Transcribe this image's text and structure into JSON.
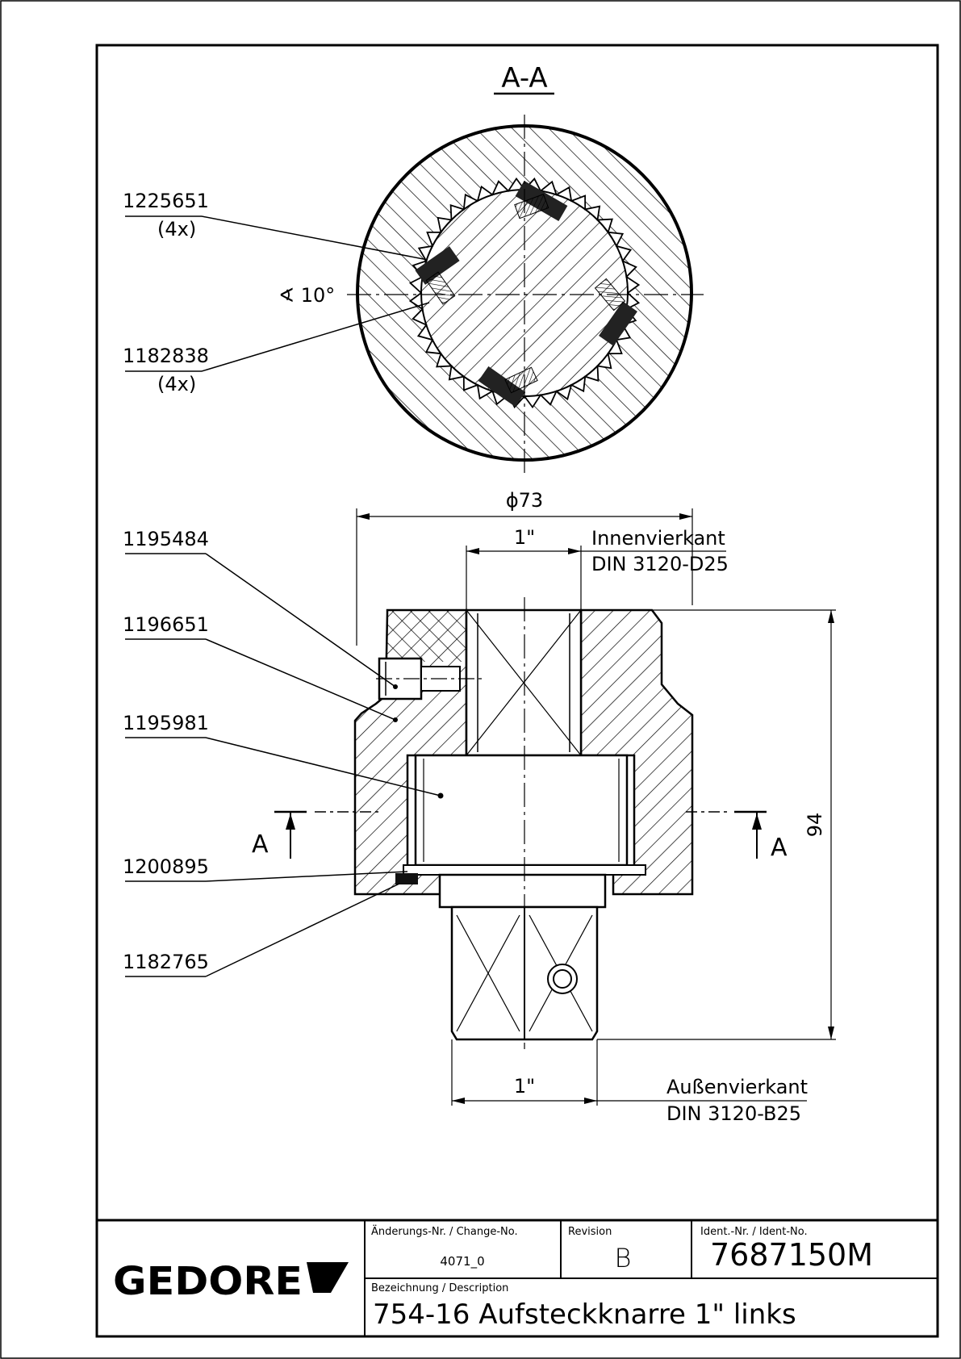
{
  "section_title": "A-A",
  "section_markers": {
    "left": "A",
    "right": "A"
  },
  "angle_label": "∢ 10°",
  "part_callouts": [
    {
      "number": "1225651",
      "qty": "(4x)"
    },
    {
      "number": "1182838",
      "qty": "(4x)"
    },
    {
      "number": "1195484"
    },
    {
      "number": "1196651"
    },
    {
      "number": "1195981"
    },
    {
      "number": "1200895"
    },
    {
      "number": "1182765"
    }
  ],
  "dimensions": {
    "outer_diameter": "ϕ73",
    "inner_square": "1\"",
    "outer_square": "1\"",
    "height": "94"
  },
  "notes": {
    "inner_square_name": "Innenvierkant",
    "inner_square_std": "DIN 3120-D25",
    "outer_square_name": "Außenvierkant",
    "outer_square_std": "DIN 3120-B25"
  },
  "title_block": {
    "logo": "GEDORE",
    "change_label": "Änderungs-Nr. / Change-No.",
    "change_value": "4071_0",
    "revision_label": "Revision",
    "revision_value": "B",
    "ident_label": "Ident.-Nr. / Ident-No.",
    "ident_value": "7687150M",
    "description_label": "Bezeichnung / Description",
    "description_value": "754-16 Aufsteckknarre 1\" links"
  }
}
